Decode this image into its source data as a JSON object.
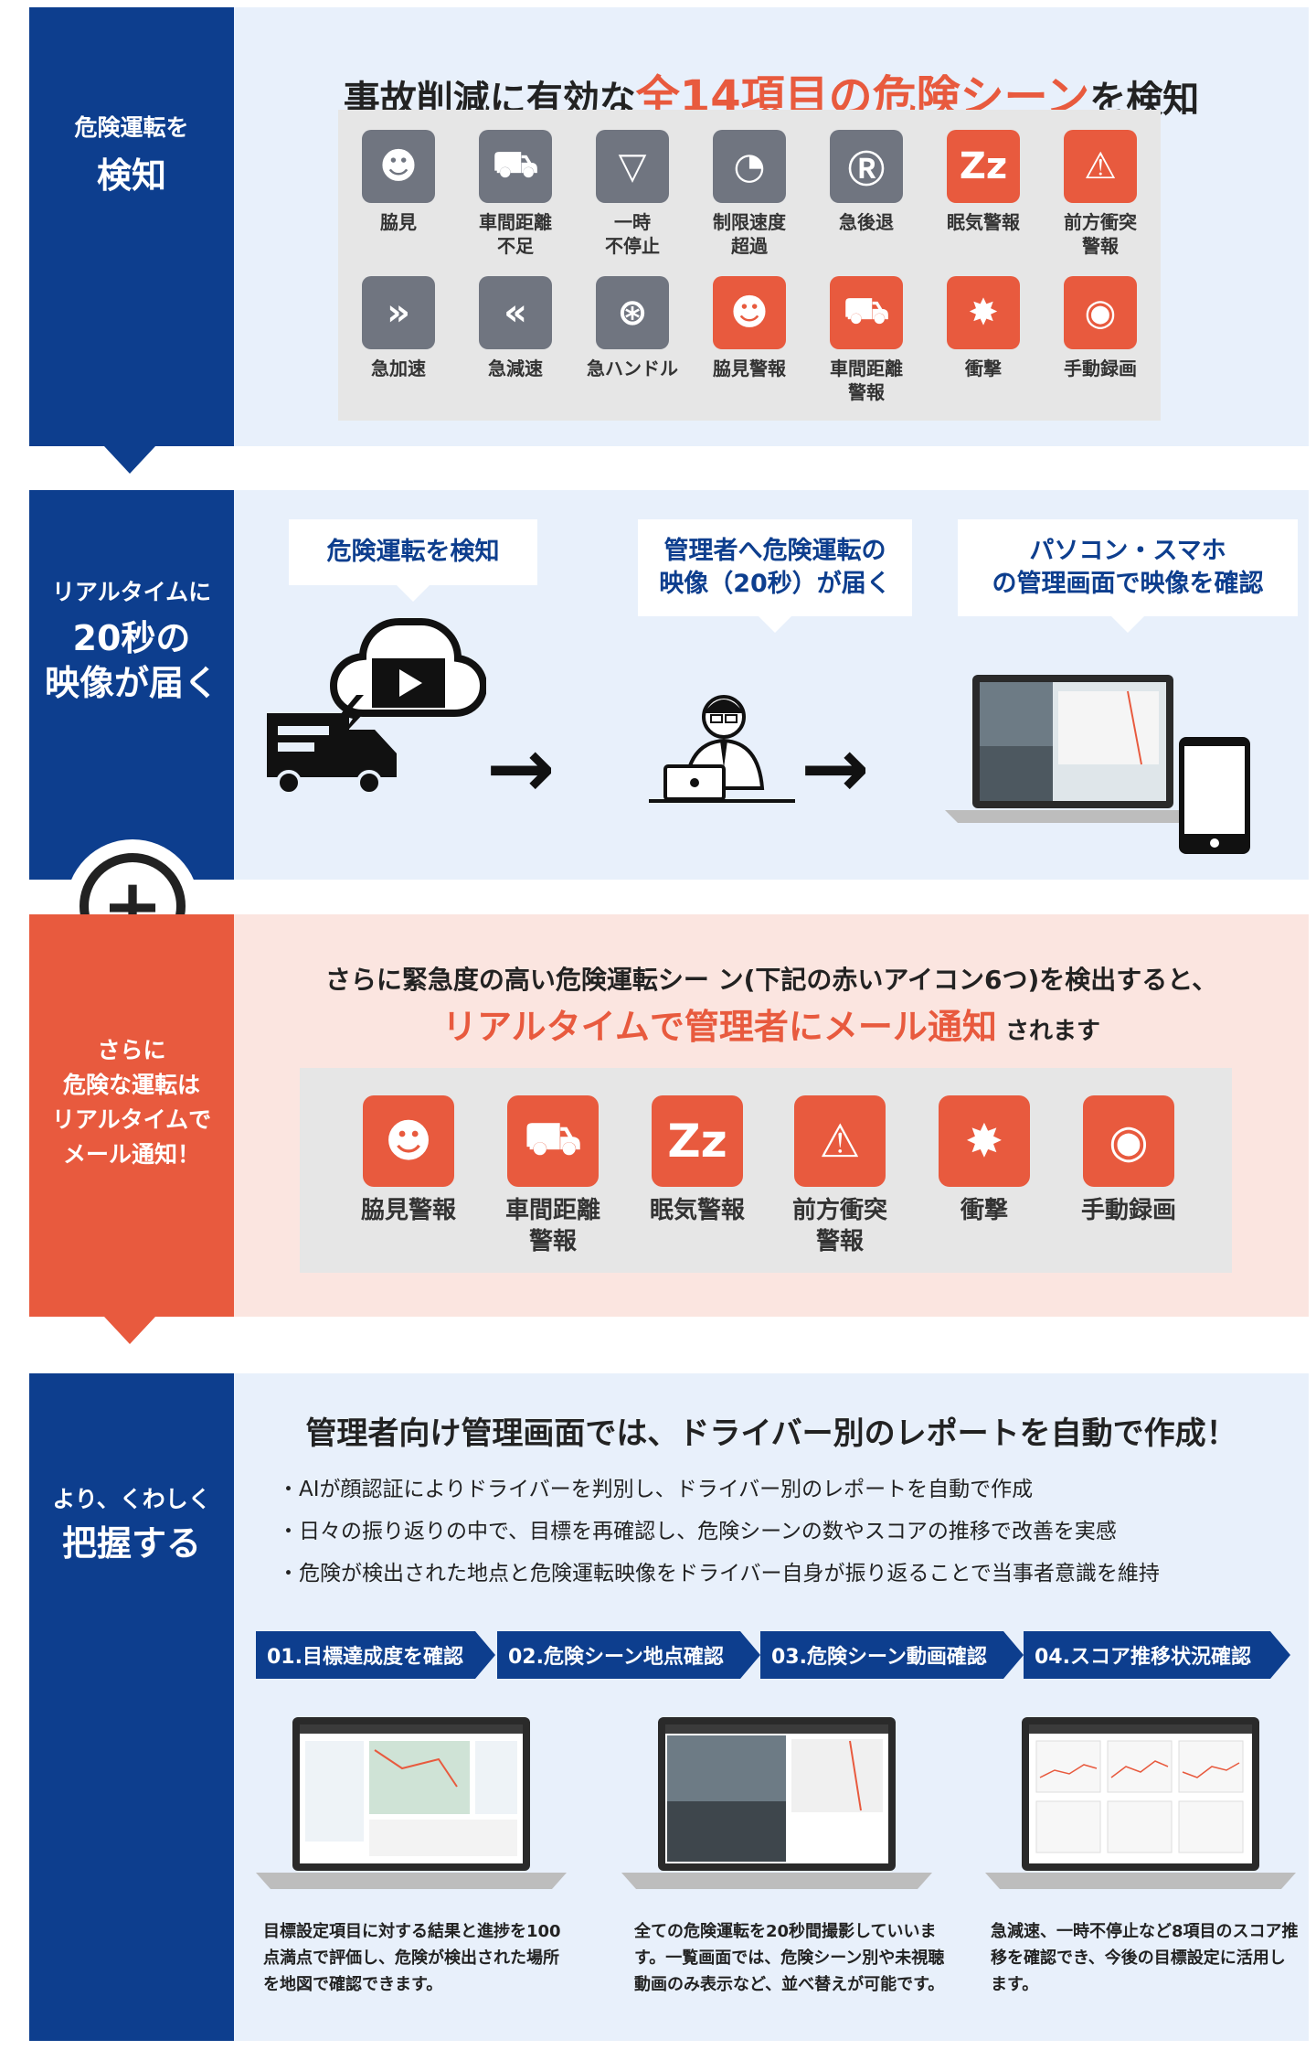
{
  "section1": {
    "side_small": "危険運転を",
    "side_big": "検知",
    "title_pre": "事故削減に有効な",
    "title_highlight": "全14項目の危険シーン",
    "title_post": "を検知",
    "icons": [
      {
        "label": "脇見",
        "icon": "face-profile-icon",
        "color": "gray"
      },
      {
        "label": "車間距離\n不足",
        "icon": "car-distance-icon",
        "color": "gray"
      },
      {
        "label": "一時\n不停止",
        "icon": "stop-sign-icon",
        "color": "gray"
      },
      {
        "label": "制限速度\n超過",
        "icon": "speedometer-icon",
        "color": "gray"
      },
      {
        "label": "急後退",
        "icon": "reverse-icon",
        "color": "gray"
      },
      {
        "label": "眠気警報",
        "icon": "sleep-zzz-icon",
        "color": "red"
      },
      {
        "label": "前方衝突\n警報",
        "icon": "collision-icon",
        "color": "red"
      },
      {
        "label": "急加速",
        "icon": "acceleration-icon",
        "color": "gray"
      },
      {
        "label": "急減速",
        "icon": "deceleration-icon",
        "color": "gray"
      },
      {
        "label": "急ハンドル",
        "icon": "steering-wheel-icon",
        "color": "gray"
      },
      {
        "label": "脇見警報",
        "icon": "distraction-alert-icon",
        "color": "red"
      },
      {
        "label": "車間距離\n警報",
        "icon": "distance-alert-icon",
        "color": "red"
      },
      {
        "label": "衝撃",
        "icon": "impact-icon",
        "color": "red"
      },
      {
        "label": "手動録画",
        "icon": "camera-icon",
        "color": "red"
      }
    ]
  },
  "section2": {
    "side_small": "リアルタイムに",
    "side_big1": "20秒の",
    "side_big2": "映像が届く",
    "bubble1": "危険運転を検知",
    "bubble2": "管理者へ危険運転の\n映像（20秒）が届く",
    "bubble3": "パソコン・スマホ\nの管理画面で映像を確認",
    "arrow": "→"
  },
  "plus": "+",
  "section3": {
    "side": "さらに\n危険な運転は\nリアルタイムで\nメール通知！",
    "line1": "さらに緊急度の高い危険運転シー ン(下記の赤いアイコン6つ)を検出すると、",
    "line2_highlight": "リアルタイムで管理者にメール通知",
    "line2_post": "されます",
    "icons": [
      {
        "label": "脇見警報",
        "icon": "distraction-alert-icon"
      },
      {
        "label": "車間距離\n警報",
        "icon": "distance-alert-icon"
      },
      {
        "label": "眠気警報",
        "icon": "sleep-zzz-icon"
      },
      {
        "label": "前方衝突\n警報",
        "icon": "collision-icon"
      },
      {
        "label": "衝撃",
        "icon": "impact-icon"
      },
      {
        "label": "手動録画",
        "icon": "camera-icon"
      }
    ]
  },
  "section4": {
    "side_small": "より、くわしく",
    "side_big": "把握する",
    "title": "管理者向け管理画面では、ドライバー別のレポートを自動で作成！",
    "bullets": [
      "・AIが顔認証によりドライバーを判別し、ドライバー別のレポートを自動で作成",
      "・日々の振り返りの中で、目標を再確認し、危険シーンの数やスコアの推移で改善を実感",
      "・危険が検出された地点と危険運転映像をドライバー自身が振り返ることで当事者意識を維持"
    ],
    "steps": [
      "01.目標達成度を確認",
      "02.危険シーン地点確認",
      "03.危険シーン動画確認",
      "04.スコア推移状況確認"
    ],
    "descs": [
      "目標設定項目に対する結果と進捗を100点満点で評価し、危険が検出された場所を地図で確認できます。",
      "全ての危険運転を20秒間撮影していいます。一覧画面では、危険シーン別や未視聴動画のみ表示など、並べ替えが可能です。",
      "急減速、一時不停止など8項目のスコア推移を確認でき、今後の目標設定に活用します。"
    ]
  },
  "colors": {
    "blue": "#0d3e8e",
    "red": "#e85a3e",
    "lightblue": "#e8f0fb",
    "pink": "#fbe5e0",
    "gray_icon": "#707580"
  }
}
